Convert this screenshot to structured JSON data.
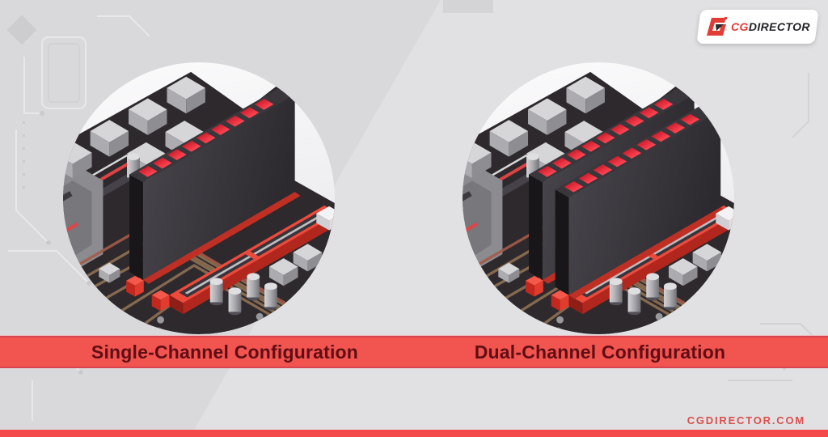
{
  "logo": {
    "cg": "CG",
    "director": "DIRECTOR",
    "mark": "G"
  },
  "panels": [
    {
      "label": "Single-Channel Configuration",
      "ram_modules_shown": 1,
      "empty_slots_shown": 1
    },
    {
      "label": "Dual-Channel Configuration",
      "ram_modules_shown": 2,
      "empty_slots_shown": 0
    }
  ],
  "footer": {
    "site_label": "CGDIRECTOR.COM"
  },
  "colors": {
    "page_background": "#d9d9db",
    "banner_fill": "#f2544f",
    "banner_text": "#5e0e14",
    "bottom_bar": "#f54a4c",
    "accent_red": "#e8453a",
    "chip_red": "#ff4553",
    "board_dark": "#2d292d",
    "trace_copper": "#8f7054",
    "module_dark": "#333036",
    "footer_text": "#da4f4e",
    "logo_accent": "#e23c36"
  }
}
